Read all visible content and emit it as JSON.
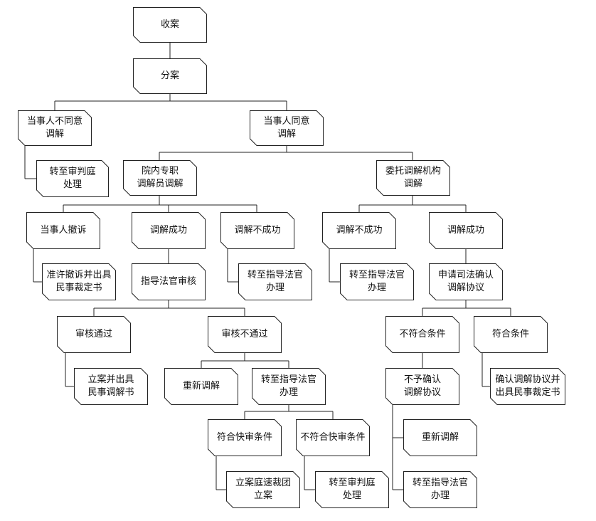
{
  "nodes": {
    "n1": "收案",
    "n2": "分案",
    "n3": "当事人不同意\n调解",
    "n4": "当事人同意\n调解",
    "n5": "转至审判庭\n处理",
    "n6": "院内专职\n调解员调解",
    "n7": "委托调解机构\n调解",
    "n8": "当事人撤诉",
    "n9": "调解成功",
    "n10": "调解不成功",
    "n11": "调解不成功",
    "n12": "调解成功",
    "n13": "准许撤诉并出具\n民事裁定书",
    "n14": "指导法官审核",
    "n15": "转至指导法官\n办理",
    "n16": "转至指导法官\n办理",
    "n17": "申请司法确认\n调解协议",
    "n18": "审核通过",
    "n19": "审核不通过",
    "n20": "不符合条件",
    "n21": "符合条件",
    "n22": "立案并出具\n民事调解书",
    "n23": "重新调解",
    "n24": "转至指导法官\n办理",
    "n25": "不予确认\n调解协议",
    "n26": "确认调解协议并\n出具民事裁定书",
    "n27": "符合快审条件",
    "n28": "不符合快审条件",
    "n29": "重新调解",
    "n30": "立案庭速裁团\n立案",
    "n31": "转至审判庭\n处理",
    "n32": "转至指导法官\n办理"
  }
}
